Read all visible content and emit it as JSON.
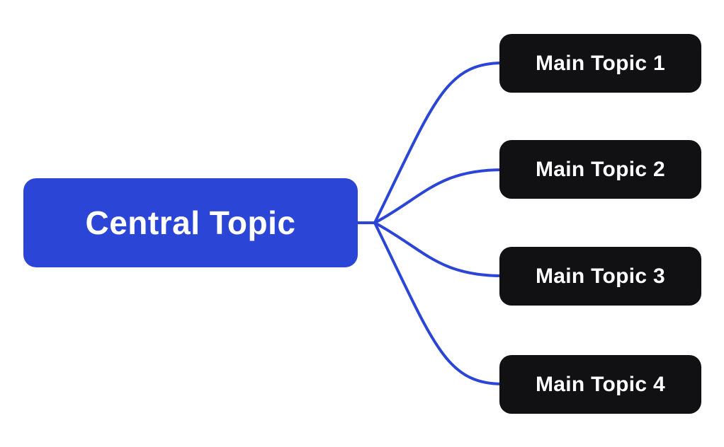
{
  "diagram": {
    "type": "mindmap",
    "central": {
      "label": "Central Topic"
    },
    "topics": [
      {
        "label": "Main Topic 1"
      },
      {
        "label": "Main Topic 2"
      },
      {
        "label": "Main Topic 3"
      },
      {
        "label": "Main Topic 4"
      }
    ]
  },
  "colors": {
    "background": "#ffffff",
    "central_node": "#2b46d6",
    "topic_node": "#111114",
    "connector": "#2b46d6",
    "label_text": "#ffffff"
  }
}
